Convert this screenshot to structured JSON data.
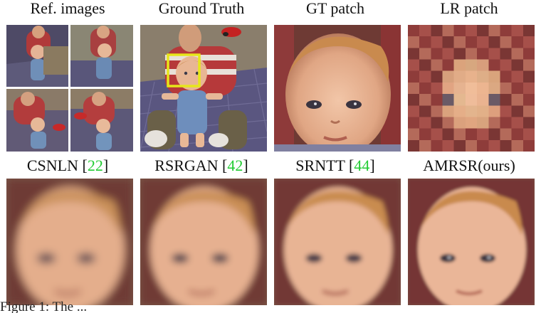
{
  "row1_labels": {
    "ref": "Ref. images",
    "gt": "Ground Truth",
    "gt_patch": "GT patch",
    "lr_patch": "LR patch"
  },
  "row2_labels": {
    "csnln": {
      "name": "CSNLN [",
      "cite": "22",
      "end": "]"
    },
    "rsrgan": {
      "name": "RSRGAN [",
      "cite": "42",
      "end": "]"
    },
    "srntt": {
      "name": "SRNTT [",
      "cite": "44",
      "end": "]"
    },
    "amrsr": {
      "name": "AMRSR(ours)"
    }
  },
  "caption_fragment": "Figure 1: The ...",
  "colors": {
    "citation": "#22cc33",
    "highlight_box": "#e6e61a",
    "skin": "#e8b18e",
    "hair": "#c98a4e"
  }
}
